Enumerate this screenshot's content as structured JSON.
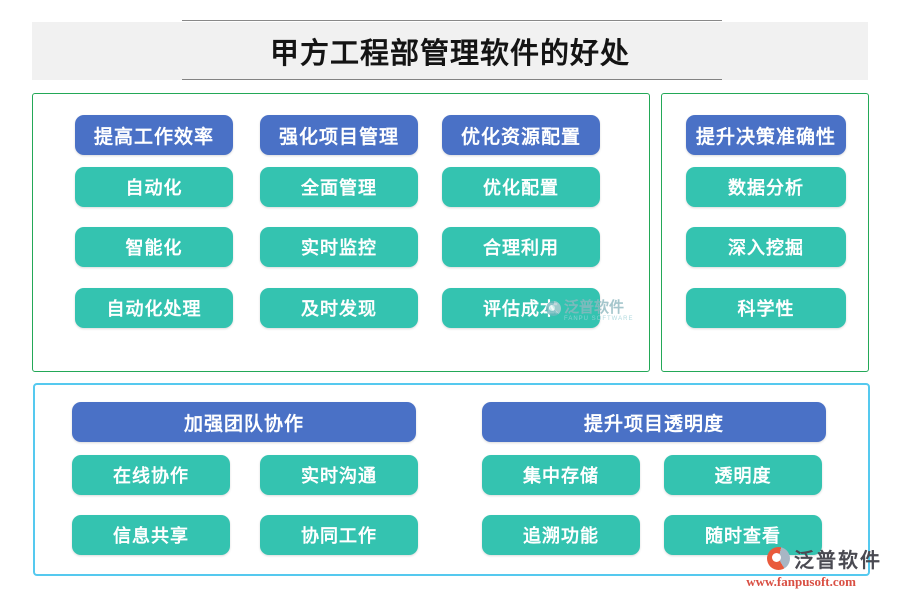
{
  "title": "甲方工程部管理软件的好处",
  "top": {
    "columns": [
      {
        "header": "提高工作效率",
        "items": [
          "自动化",
          "智能化",
          "自动化处理"
        ]
      },
      {
        "header": "强化项目管理",
        "items": [
          "全面管理",
          "实时监控",
          "及时发现"
        ]
      },
      {
        "header": "优化资源配置",
        "items": [
          "优化配置",
          "合理利用",
          "评估成本"
        ]
      },
      {
        "header": "提升决策准确性",
        "items": [
          "数据分析",
          "深入挖掘",
          "科学性"
        ]
      }
    ]
  },
  "bottom": {
    "groups": [
      {
        "header": "加强团队协作",
        "items": [
          "在线协作",
          "实时沟通",
          "信息共享",
          "协同工作"
        ]
      },
      {
        "header": "提升项目透明度",
        "items": [
          "集中存储",
          "透明度",
          "追溯功能",
          "随时查看"
        ]
      }
    ]
  },
  "watermark": {
    "brand": "泛普软件",
    "url": "www.fanpusoft.com"
  },
  "inline_watermark": {
    "brand": "泛普软件",
    "subtext": "FANPU SOFTWARE"
  },
  "colors": {
    "header_blue": "#4a71c6",
    "item_teal": "#34c3b0",
    "green_border": "#23a857",
    "cyan_border": "#55c9ef",
    "title_bg": "#f1f1f1",
    "brand_red": "#d94f43"
  }
}
